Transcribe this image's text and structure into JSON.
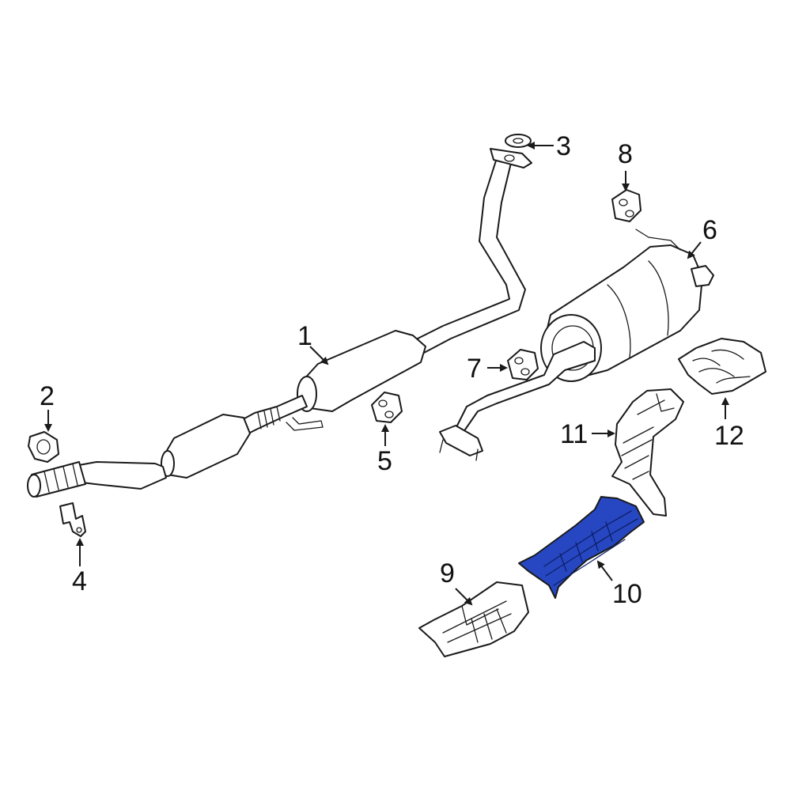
{
  "callouts": {
    "c1": "1",
    "c2": "2",
    "c3": "3",
    "c4": "4",
    "c5": "5",
    "c6": "6",
    "c7": "7",
    "c8": "8",
    "c9": "9",
    "c10": "10",
    "c11": "11",
    "c12": "12"
  },
  "colors": {
    "highlight": "#2747c2",
    "line": "#1a1a1a",
    "background": "#ffffff"
  }
}
